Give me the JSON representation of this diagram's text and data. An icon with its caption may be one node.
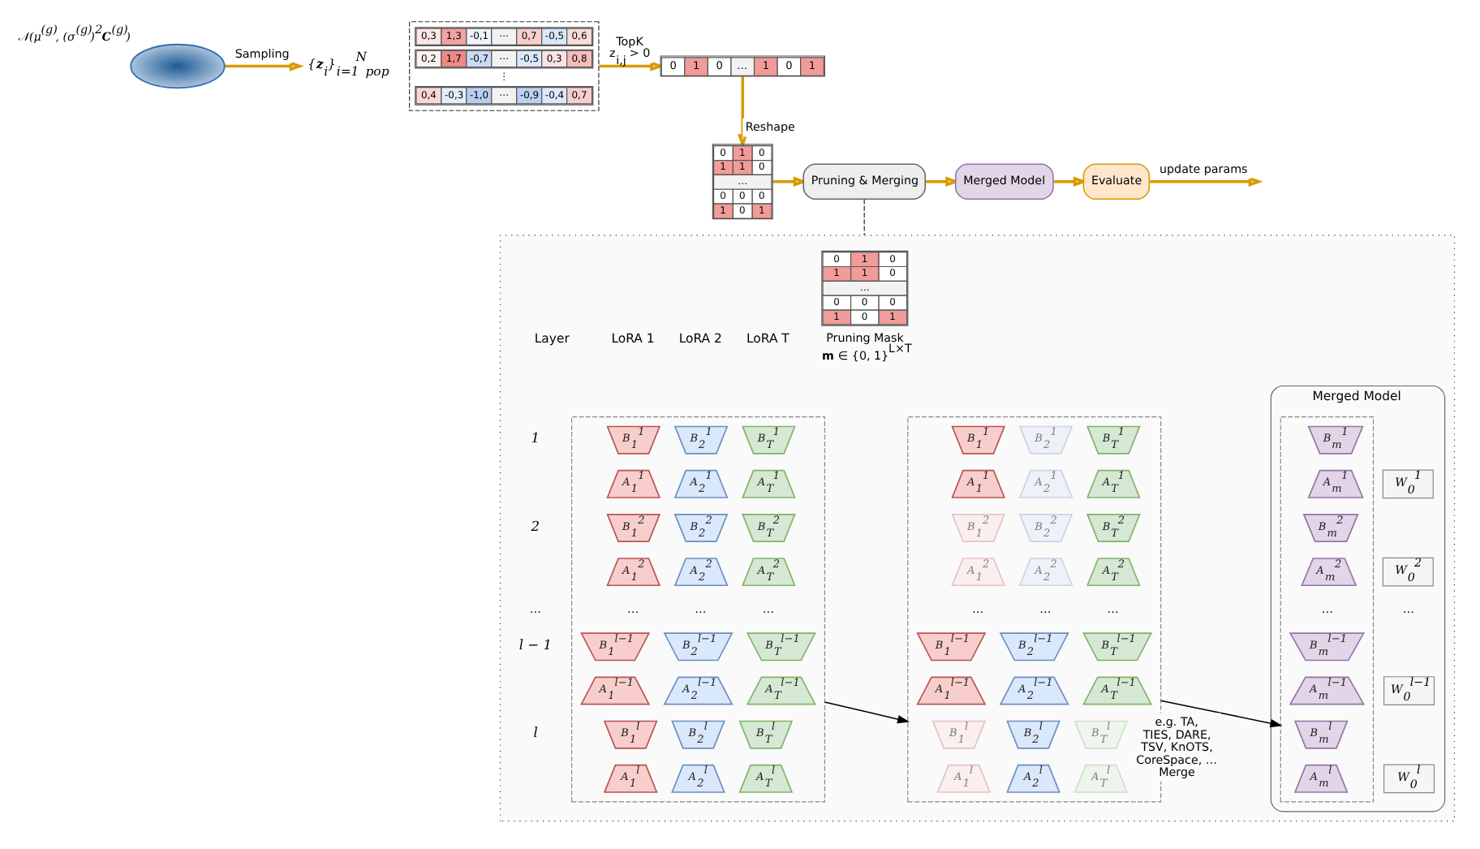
{
  "diagram": {
    "nodes": [
      {
        "text": [
          "𝒩(μ$^{(g)}$, (σ$^{(g)}$)$^{2}$**C**$^{(g)}$)"
        ]
      },
      {
        "text": [
          "{**z**$_{i}$}$_{i=1}$$^{N}$$_{pop}$"
        ]
      },
      {
        "text": [
          "0,3",
          "1,3",
          "-0,1",
          "⋯",
          "0,7",
          "-0,5",
          "0,6",
          "0,2",
          "1,7",
          "-0,7",
          "⋯",
          "-0,5",
          "0,3",
          "0,8",
          "⋮",
          "0,4",
          "-0,3",
          "-1,0",
          "⋯",
          "-0,9",
          "-0,4",
          "0,7"
        ]
      },
      {
        "text": [
          "0",
          "1",
          "0",
          "…",
          "1",
          "0",
          "1"
        ]
      },
      {
        "text": [
          "0",
          "1",
          "0",
          "1",
          "1",
          "0",
          "…",
          "0",
          "0",
          "0",
          "1",
          "0",
          "1"
        ]
      },
      {
        "text": [
          "Pruning & Merging"
        ]
      },
      {
        "text": [
          "Merged Model"
        ]
      },
      {
        "text": [
          "Evaluate"
        ]
      },
      {
        "text": [],
        "shape": "box"
      },
      {
        "text": [],
        "shape": "box",
        "in": 8
      },
      {
        "text": [
          "B$_{1}$$^{1}$"
        ],
        "in": 9
      },
      {
        "text": [
          "B$_{2}$$^{1}$"
        ],
        "in": 9
      },
      {
        "text": [
          "B$_{T}$$^{1}$"
        ],
        "in": 9
      },
      {
        "text": [
          "A$_{1}$$^{1}$"
        ],
        "in": 9
      },
      {
        "text": [
          "A$_{2}$$^{1}$"
        ],
        "in": 9
      },
      {
        "text": [
          "A$_{T}$$^{1}$"
        ],
        "in": 9
      },
      {
        "text": [
          "B$_{1}$$^{2}$"
        ],
        "in": 9
      },
      {
        "text": [
          "B$_{2}$$^{2}$"
        ],
        "in": 9
      },
      {
        "text": [
          "B$_{T}$$^{2}$"
        ],
        "in": 9
      },
      {
        "text": [
          "A$_{1}$$^{2}$"
        ],
        "in": 9
      },
      {
        "text": [
          "A$_{2}$$^{2}$"
        ],
        "in": 9
      },
      {
        "text": [
          "A$_{T}$$^{2}$"
        ],
        "in": 9
      },
      {
        "text": [
          "B$_{1}$$^{l−1}$"
        ],
        "in": 9
      },
      {
        "text": [
          "B$_{2}$$^{l−1}$"
        ],
        "in": 9
      },
      {
        "text": [
          "B$_{T}$$^{l−1}$"
        ],
        "in": 9
      },
      {
        "text": [
          "A$_{1}$$^{l−1}$"
        ],
        "in": 9
      },
      {
        "text": [
          "A$_{2}$$^{l−1}$"
        ],
        "in": 9
      },
      {
        "text": [
          "A$_{T}$$^{l−1}$"
        ],
        "in": 9
      },
      {
        "text": [
          "B$_{1}$$^{l}$"
        ],
        "in": 9
      },
      {
        "text": [
          "B$_{2}$$^{l}$"
        ],
        "in": 9
      },
      {
        "text": [
          "B$_{T}$$^{l}$"
        ],
        "in": 9
      },
      {
        "text": [
          "A$_{1}$$^{l}$"
        ],
        "in": 9
      },
      {
        "text": [
          "A$_{2}$$^{l}$"
        ],
        "in": 9
      },
      {
        "text": [
          "A$_{T}$$^{l}$"
        ],
        "in": 9
      },
      {
        "text": [
          "0",
          "1",
          "0",
          "1",
          "1",
          "0",
          "…",
          "0",
          "0",
          "0",
          "1",
          "0",
          "1"
        ],
        "beside": [
          "Pruning Mask",
          "**m** ∈ {0, 1}$^{L×T}$"
        ],
        "in": 8
      },
      {
        "text": [],
        "shape": "box",
        "in": 8
      },
      {
        "text": [
          "B$_{1}$$^{1}$"
        ],
        "in": 35
      },
      {
        "text": [
          "B$_{2}$$^{1}$"
        ],
        "in": 35
      },
      {
        "text": [
          "B$_{T}$$^{1}$"
        ],
        "in": 35
      },
      {
        "text": [
          "A$_{1}$$^{1}$"
        ],
        "in": 35
      },
      {
        "text": [
          "A$_{2}$$^{1}$"
        ],
        "in": 35
      },
      {
        "text": [
          "A$_{T}$$^{1}$"
        ],
        "in": 35
      },
      {
        "text": [
          "B$_{1}$$^{2}$"
        ],
        "in": 35
      },
      {
        "text": [
          "B$_{2}$$^{2}$"
        ],
        "in": 35
      },
      {
        "text": [
          "B$_{T}$$^{2}$"
        ],
        "in": 35
      },
      {
        "text": [
          "A$_{1}$$^{2}$"
        ],
        "in": 35
      },
      {
        "text": [
          "A$_{2}$$^{2}$"
        ],
        "in": 35
      },
      {
        "text": [
          "A$_{T}$$^{2}$"
        ],
        "in": 35
      },
      {
        "text": [
          "B$_{1}$$^{l−1}$"
        ],
        "in": 35
      },
      {
        "text": [
          "B$_{2}$$^{l−1}$"
        ],
        "in": 35
      },
      {
        "text": [
          "B$_{T}$$^{l−1}$"
        ],
        "in": 35
      },
      {
        "text": [
          "A$_{1}$$^{l−1}$"
        ],
        "in": 35
      },
      {
        "text": [
          "A$_{2}$$^{l−1}$"
        ],
        "in": 35
      },
      {
        "text": [
          "A$_{T}$$^{l−1}$"
        ],
        "in": 35
      },
      {
        "text": [
          "B$_{1}$$^{l}$"
        ],
        "in": 35
      },
      {
        "text": [
          "B$_{2}$$^{l}$"
        ],
        "in": 35
      },
      {
        "text": [
          "B$_{T}$$^{l}$"
        ],
        "in": 35
      },
      {
        "text": [
          "A$_{1}$$^{l}$"
        ],
        "in": 35
      },
      {
        "text": [
          "A$_{2}$$^{l}$"
        ],
        "in": 35
      },
      {
        "text": [
          "A$_{T}$$^{l}$"
        ],
        "in": 35
      },
      {
        "text": [
          "Merged Model"
        ],
        "in": 8
      },
      {
        "text": [],
        "shape": "box",
        "in": 60
      },
      {
        "text": [
          "B$_{m}$$^{1}$"
        ],
        "in": 61
      },
      {
        "text": [
          "A$_{m}$$^{1}$"
        ],
        "in": 61
      },
      {
        "text": [
          "B$_{m}$$^{2}$"
        ],
        "in": 61
      },
      {
        "text": [
          "A$_{m}$$^{2}$"
        ],
        "in": 61
      },
      {
        "text": [
          "B$_{m}$$^{l−1}$"
        ],
        "in": 61
      },
      {
        "text": [
          "A$_{m}$$^{l−1}$"
        ],
        "in": 61
      },
      {
        "text": [
          "B$_{m}$$^{l}$"
        ],
        "in": 61
      },
      {
        "text": [
          "A$_{m}$$^{l}$"
        ],
        "in": 61
      },
      {
        "text": [
          "W$_{0}$$^{1}$"
        ],
        "in": 60
      },
      {
        "text": [
          "W$_{0}$$^{2}$"
        ],
        "in": 60
      },
      {
        "text": [
          "W$_{0}$$^{l−1}$"
        ],
        "in": 60
      },
      {
        "text": [
          "W$_{0}$$^{l}$"
        ],
        "in": 60
      }
    ],
    "edges": [
      {
        "from": 0,
        "to": 1,
        "arrow": "to",
        "label": "Sampling"
      },
      {
        "from": 2,
        "to": 3,
        "arrow": "to",
        "label": "TopK z$_{i,j}$ > 0"
      },
      {
        "from": 3,
        "to": 4,
        "arrow": "to",
        "label": "Reshape"
      },
      {
        "from": 4,
        "to": 5,
        "arrow": "to"
      },
      {
        "from": 5,
        "to": 6,
        "arrow": "to"
      },
      {
        "from": 6,
        "to": 7,
        "arrow": "to"
      },
      {
        "from": 7,
        "to": null,
        "arrow": "to",
        "label": "update params"
      },
      {
        "from": 5,
        "to": 8,
        "arrow": "none",
        "style": "dashed",
        "color": "#555555"
      },
      {
        "from": 9,
        "to": 35,
        "arrow": "to",
        "color": "#000000"
      },
      {
        "from": 35,
        "to": 61,
        "arrow": "to",
        "label": "e.g. TA, TIES, DARE, TSV, KnOTS, CoreSpace, … Merge",
        "color": "#000000"
      }
    ],
    "labels": [
      "Layer",
      "LoRA 1",
      "LoRA 2",
      "LoRA T",
      "1",
      "2",
      "…",
      "…",
      "…",
      "…",
      "…",
      "…",
      "…",
      "…",
      "…",
      "l − 1",
      "l"
    ]
  }
}
